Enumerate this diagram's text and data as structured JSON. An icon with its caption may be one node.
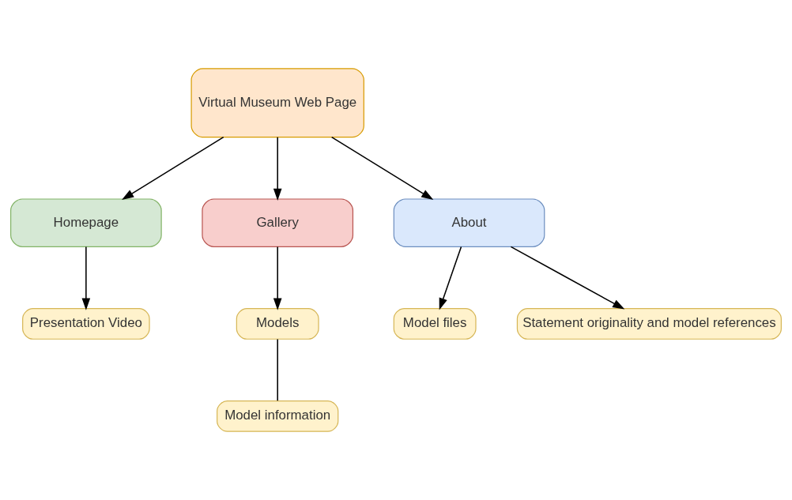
{
  "diagram": {
    "nodes": [
      {
        "text": [
          "Virtual Museum Web Page"
        ]
      },
      {
        "text": [
          "Homepage"
        ]
      },
      {
        "text": [
          "Gallery"
        ]
      },
      {
        "text": [
          "About"
        ]
      },
      {
        "text": [
          "Presentation Video"
        ]
      },
      {
        "text": [
          "Models"
        ]
      },
      {
        "text": [
          "Model information"
        ]
      },
      {
        "text": [
          "Model files"
        ]
      },
      {
        "text": [
          "Statement originality and model references"
        ]
      }
    ],
    "edges": [
      {
        "from": 0,
        "to": 1,
        "arrow": "to"
      },
      {
        "from": 0,
        "to": 2,
        "arrow": "to"
      },
      {
        "from": 0,
        "to": 3,
        "arrow": "to"
      },
      {
        "from": 1,
        "to": 4,
        "arrow": "to"
      },
      {
        "from": 2,
        "to": 5,
        "arrow": "to"
      },
      {
        "from": 5,
        "to": 6,
        "arrow": "none"
      },
      {
        "from": 3,
        "to": 7,
        "arrow": "to"
      },
      {
        "from": 3,
        "to": 8,
        "arrow": "to"
      }
    ]
  }
}
